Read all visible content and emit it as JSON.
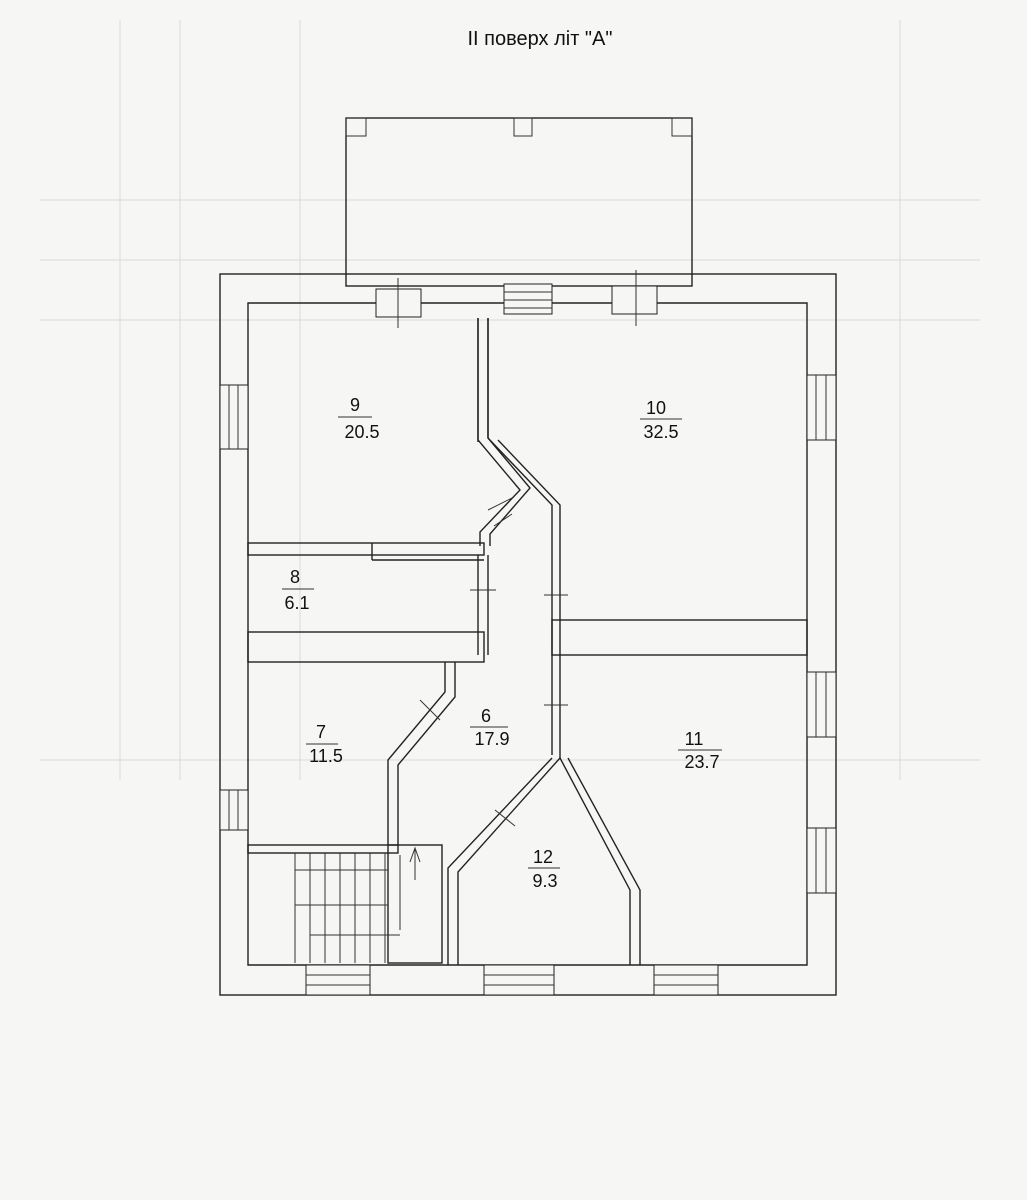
{
  "title": "II поверх літ \"А\"",
  "rooms": [
    {
      "number": "9",
      "area": "20.5"
    },
    {
      "number": "10",
      "area": "32.5"
    },
    {
      "number": "8",
      "area": "6.1"
    },
    {
      "number": "7",
      "area": "11.5"
    },
    {
      "number": "6",
      "area": "17.9"
    },
    {
      "number": "11",
      "area": "23.7"
    },
    {
      "number": "12",
      "area": "9.3"
    }
  ]
}
